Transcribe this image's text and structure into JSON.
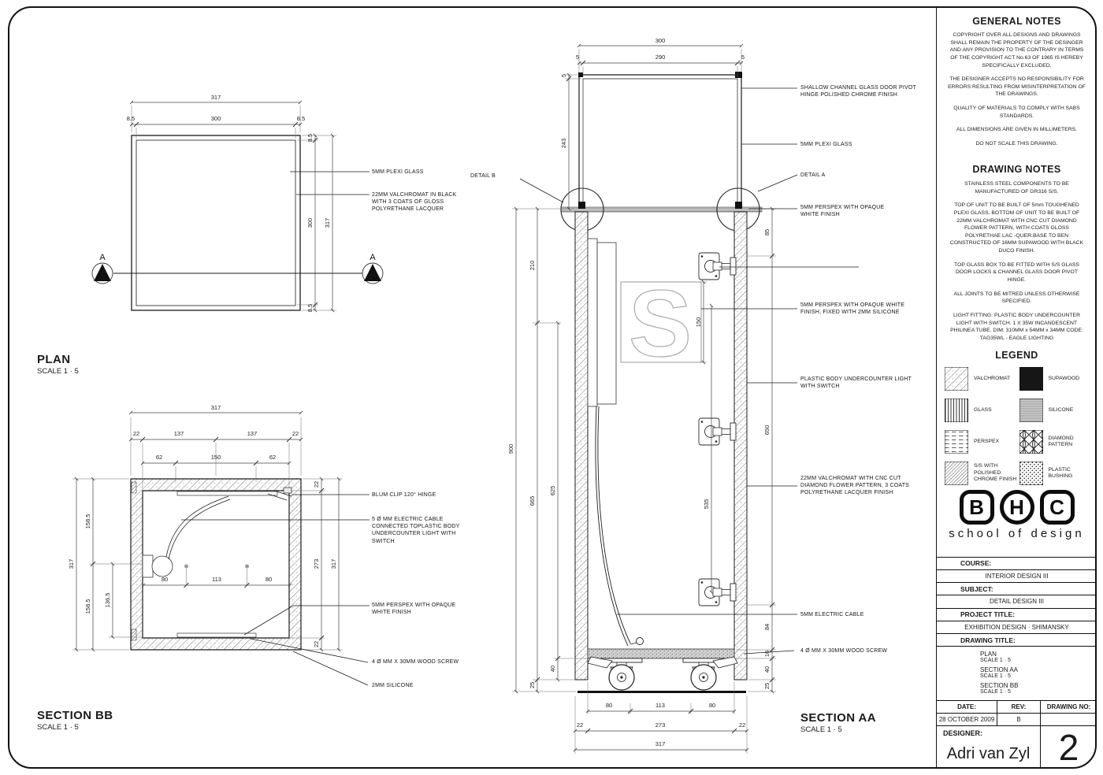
{
  "notes": {
    "general_title": "GENERAL NOTES",
    "general": [
      "COPYRIGHT OVER ALL DESIGNS AND DRAWINGS SHALL REMAIN THE PROPERTY OF THE DESINGER  AND ANY PROVISION TO THE CONTRARY IN TERMS OF THE COPYRIGHT ACT No.63 OF 1965 IS HEREBY SPECIFICALLY EXCLUDED.",
      "THE DESIGNER ACCEPTS NO RESPONSIBILITY FOR ERRORS RESULTING FROM MISINTERPRETATION OF THE DRAWINGS.",
      "QUALITY OF MATERIALS TO COMPLY WITH SABS STANDARDS.",
      "ALL DIMENSIONS ARE GIVEN IN MILLIMETERS.",
      "DO NOT SCALE THIS DRAWING."
    ],
    "drawing_title": "DRAWING NOTES",
    "drawing": [
      "STAINLESS STEEL COMPONENTS TO BE MANUFACTURED OF GR316 S/S.",
      "TOP OF UNIT TO BE BUILT OF 5mm TOUGHENED PLEXI GLASS. BOTTOM OF UNIT TO BE BUILT OF 22MM VALCHROMAT WITH CNC CUT DIAMOND FLOWER PATTERN, WITH COATS GLOSS POLYRETHAE LAC -QUER.BASE TO BEN CONSTRUCTED OF 16MM SUPAWOOD WITH BLACK DUCO FINISH.",
      "TOP GLASS BOX TO BE FITTED WITH S/S GLASS DOOR LOCKS & CHANNEL GLASS DOOR PIVOT HINGE.",
      "ALL JOINTS TO BE MITRED UNLESS OTHERWISE SPECIFIED.",
      "LIGHT FITTING: PLASTIC BODY UNDERCOUNTER LIGHT WITH SWITCH. 1 X 35W INCANDESCENT PHILINEA TUBE. DIM: 310MM x 54MM x 34MM CODE: TAG35WL - EAGLE LIGHTING"
    ]
  },
  "legend": {
    "title": "LEGEND",
    "items": [
      {
        "label": "VALCHROMAT",
        "pattern": "diagonal-hatch"
      },
      {
        "label": "SUPAWOOD",
        "pattern": "solid-black"
      },
      {
        "label": "GLASS",
        "pattern": "vertical-lines"
      },
      {
        "label": "SILICONE",
        "pattern": "grey-horizontal-lines"
      },
      {
        "label": "PERSPEX",
        "pattern": "horizontal-dashes"
      },
      {
        "label": "DIAMOND PATTERN",
        "pattern": "diamond-net"
      },
      {
        "label": "S/S WITH POLISHED CHROME FINISH",
        "pattern": "dense-diagonal-hatch"
      },
      {
        "label": "PLASTIC BUSHING",
        "pattern": "dots"
      }
    ]
  },
  "logo": {
    "b": "B",
    "h": "H",
    "c": "C",
    "tagline": "school of design"
  },
  "title_block": {
    "course_label": "COURSE:",
    "course": "INTERIOR DESIGN III",
    "subject_label": "SUBJECT:",
    "subject": "DETAIL DESIGN III",
    "project_label": "PROJECT TITLE:",
    "project": "EXHIBITION DESIGN · SHIMANSKY",
    "drawing_label": "DRAWING TITLE:",
    "drawings": [
      {
        "name": "PLAN",
        "scale": "SCALE 1 · 5"
      },
      {
        "name": "SECTION AA",
        "scale": "SCALE 1 · 5"
      },
      {
        "name": "SECTION BB",
        "scale": "SCALE 1 · 5"
      }
    ],
    "date_label": "DATE:",
    "date": "28 OCTOBER 2009",
    "rev_label": "REV:",
    "rev": "B",
    "no_label": "DRAWING NO:",
    "no": "2",
    "designer_label": "DESIGNER:",
    "designer": "Adri van Zyl"
  },
  "plan": {
    "title": "PLAN",
    "scale": "SCALE 1 · 5",
    "marker": "A",
    "dims": {
      "w_total": "317",
      "w_left": "8.5",
      "w_mid": "300",
      "w_right": "8.5",
      "h_top": "8.5",
      "h_mid": "300",
      "h_total": "317",
      "h_bot": "8.5"
    },
    "labels": {
      "plexi": "5MM PLEXI GLASS",
      "valchromat": "22MM VALCHROMAT IN BLACK WITH 3 COATS OF GLOSS POLYRETHANE LACQUER"
    }
  },
  "section_bb": {
    "title": "SECTION BB",
    "scale": "SCALE 1 · 5",
    "dims": {
      "top_total": "317",
      "top_a": "22",
      "top_b": "137",
      "top_c": "137",
      "top_d": "22",
      "in_a": "62",
      "in_b": "150",
      "in_c": "62",
      "left_total": "317",
      "left_a": "158.5",
      "left_b": "158.5",
      "left_c": "136.5",
      "right_a": "22",
      "right_b": "273",
      "right_total": "317",
      "right_c": "22",
      "bot_a": "80",
      "bot_b": "113",
      "bot_c": "80"
    },
    "labels": {
      "hinge": "BLUM CLIP 120° HINGE",
      "cable": "5 Ø MM ELECTRIC CABLE CONNECTED TOPLASTIC BODY UNDERCOUNTER LIGHT WITH SWITCH",
      "perspex": "5MM PERSPEX WITH OPAQUE WHITE FINISH",
      "screw": "4 Ø MM X 30MM WOOD SCREW",
      "silicone": "2MM SILICONE"
    }
  },
  "section_aa": {
    "title": "SECTION AA",
    "scale": "SCALE 1 · 5",
    "sign": "S",
    "dims": {
      "glass_w": "300",
      "glass_a": "5",
      "glass_b": "290",
      "glass_c": "5",
      "glass_t": "5",
      "glass_h": "243",
      "l_210": "210",
      "l_900": "900",
      "l_665": "665",
      "l_625": "625",
      "l_40": "40",
      "l_25": "25",
      "r_85": "85",
      "r_650": "650",
      "r_84": "84",
      "r_16": "16",
      "r_40": "40",
      "r_25": "25",
      "s_150": "150",
      "mid_535": "535",
      "b_80l": "80",
      "b_113": "113",
      "b_80r": "80",
      "b_22l": "22",
      "b_273": "273",
      "b_22r": "22",
      "b_317": "317"
    },
    "labels": {
      "hinge": "SHALLOW CHANNEL GLASS DOOR PIVOT HINGE POLISHED CHROME FINISH",
      "plexi": "5MM PLEXI GLASS",
      "detail_a": "DETAIL A",
      "detail_b": "DETAIL B",
      "perspex": "5MM PERSPEX WITH OPAQUE WHITE FINISH",
      "perspex_fixed": "5MM PERSPEX WITH OPAQUE WHITE FINISH, FIXED WITH 2MM SILICONE",
      "light": "PLASTIC BODY UNDERCOUNTER LIGHT WITH SWITCH",
      "valchromat": "22MM VALCHROMAT WITH CNC CUT DIAMOND FLOWER PATTERN, 3 COATS POLYRETHANE LACQUER FINISH",
      "cable": "5MM ELECTRIC CABLE",
      "screw": "4 Ø MM X 30MM WOOD SCREW"
    }
  }
}
